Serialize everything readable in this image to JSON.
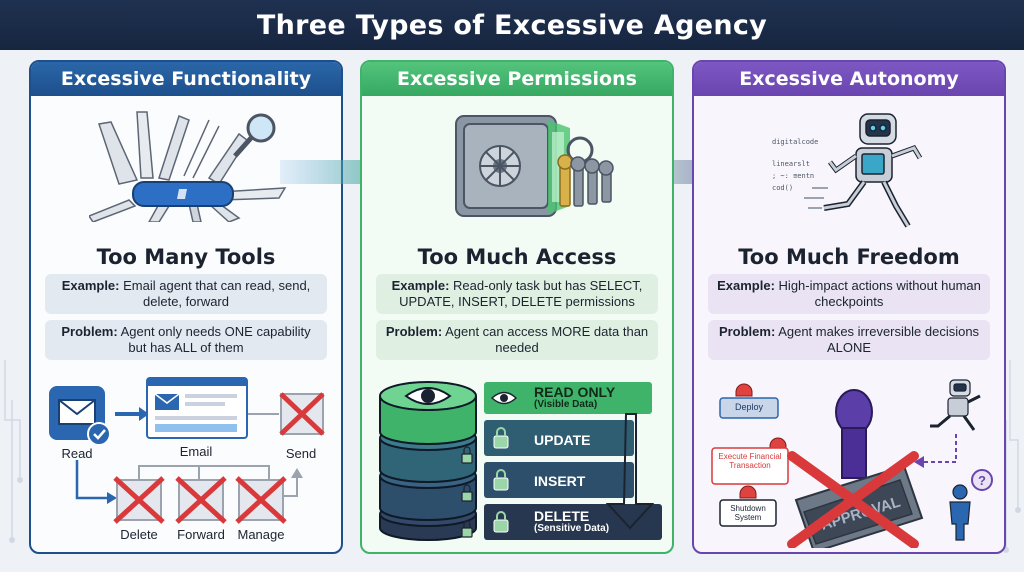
{
  "title": "Three Types of Excessive Agency",
  "panels": [
    {
      "header": "Excessive Functionality",
      "subtitle": "Too Many Tools",
      "example_label": "Example:",
      "example_text": "Email agent that can read, send, delete, forward",
      "problem_label": "Problem:",
      "problem_text": "Agent only needs ONE capability but has ALL of them",
      "diagram_labels": {
        "read": "Read",
        "email": "Email",
        "send": "Send",
        "delete": "Delete",
        "forward": "Forward",
        "manage": "Manage"
      }
    },
    {
      "header": "Excessive Permissions",
      "subtitle": "Too Much Access",
      "example_label": "Example:",
      "example_text": "Read-only task but has SELECT, UPDATE, INSERT, DELETE permissions",
      "problem_label": "Problem:",
      "problem_text": "Agent can access MORE data than needed",
      "db_layers": [
        {
          "label": "READ ONLY",
          "sub": "(Visible Data)"
        },
        {
          "label": "UPDATE",
          "sub": ""
        },
        {
          "label": "INSERT",
          "sub": ""
        },
        {
          "label": "DELETE",
          "sub": "(Sensitive Data)"
        }
      ]
    },
    {
      "header": "Excessive Autonomy",
      "subtitle": "Too Much Freedom",
      "example_label": "Example:",
      "example_text": "High-impact actions without human checkpoints",
      "problem_label": "Problem:",
      "problem_text": "Agent makes irreversible decisions ALONE",
      "code_lines": [
        "digitalcode",
        "linearslt",
        "; ~: ≡entn",
        "cod()"
      ],
      "actions": [
        "Deploy",
        "Execute Financial Transaction",
        "Shutdown System"
      ],
      "stamp_text": "APPROVAL"
    }
  ],
  "colors": {
    "functionality": "#1d4f8c",
    "permissions": "#3fb36a",
    "autonomy": "#6a45b0",
    "danger": "#d9393a"
  }
}
